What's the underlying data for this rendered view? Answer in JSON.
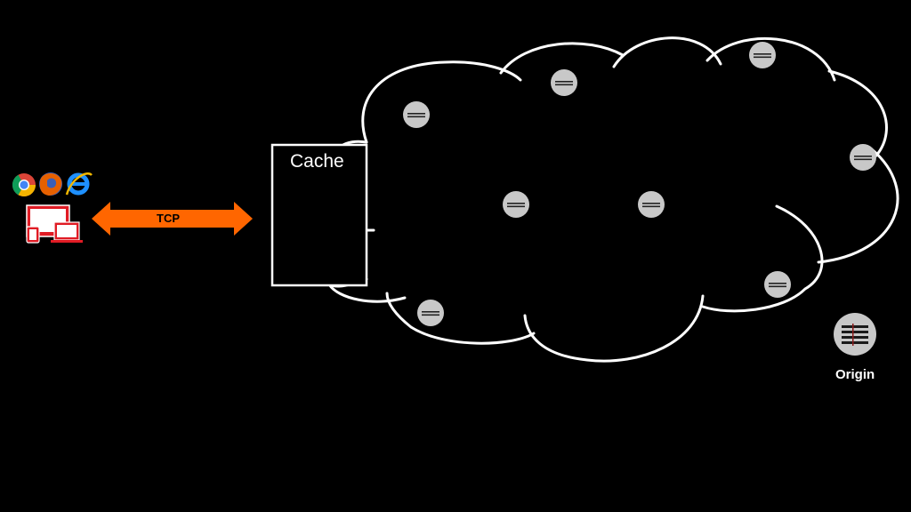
{
  "cache": {
    "label": "Cache"
  },
  "connection": {
    "label": "TCP",
    "color": "#ff6600"
  },
  "origin": {
    "label": "Origin"
  },
  "browsers": [
    "chrome-icon",
    "firefox-icon",
    "internet-explorer-icon"
  ],
  "devices": [
    "desktop-monitor-icon",
    "phone-icon",
    "laptop-icon"
  ],
  "colors": {
    "background": "#000000",
    "cloud": "#ffffff",
    "server": "#c8c8c8",
    "device": "#e01b24"
  }
}
